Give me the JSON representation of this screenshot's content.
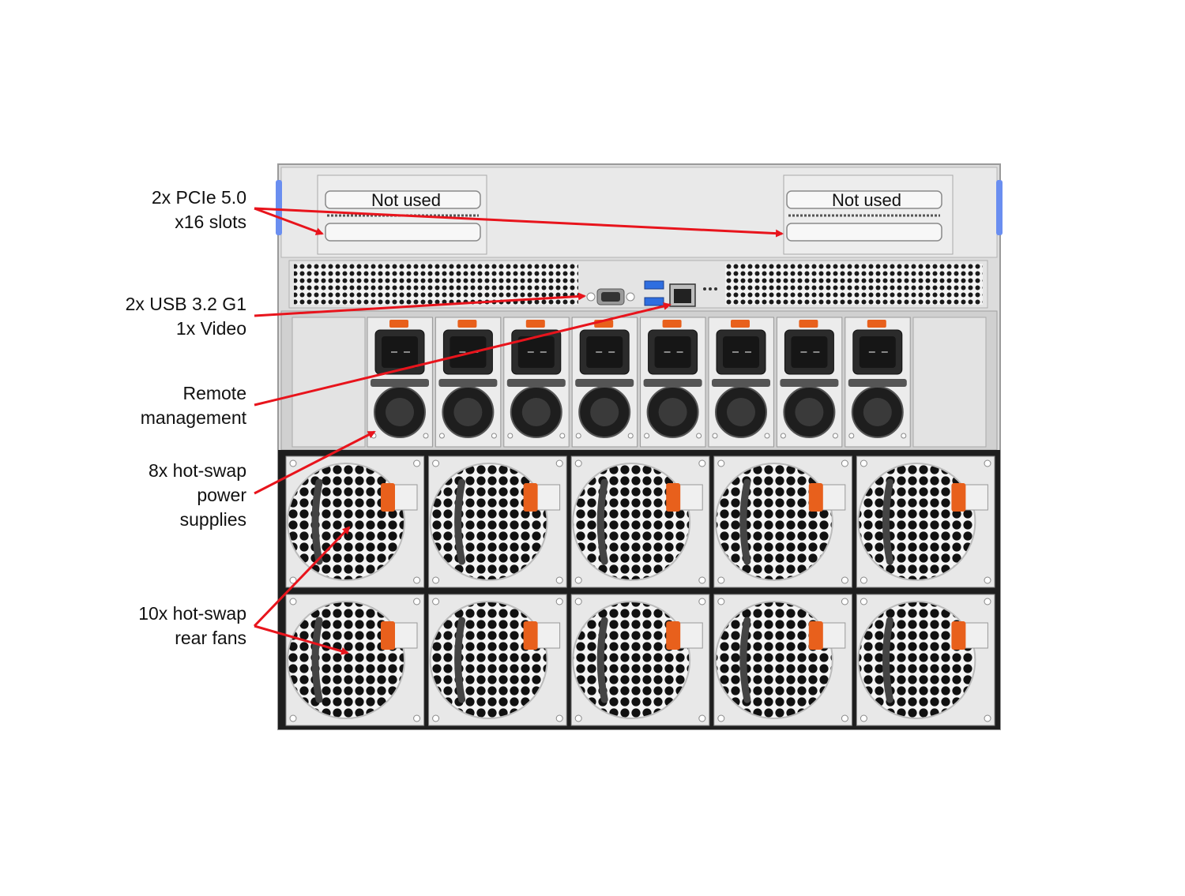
{
  "slots": {
    "left_label": "Not used",
    "right_label": "Not used"
  },
  "callouts": [
    {
      "lines": [
        "2x PCIe 5.0",
        "x16 slots"
      ]
    },
    {
      "lines": [
        "2x USB 3.2 G1",
        "1x Video"
      ]
    },
    {
      "lines": [
        "Remote",
        "management"
      ]
    },
    {
      "lines": [
        "8x hot-swap",
        "power",
        "supplies"
      ]
    },
    {
      "lines": [
        "10x hot-swap",
        "rear fans"
      ]
    }
  ],
  "components": {
    "psu_count": 8,
    "fan_rows": 2,
    "fans_per_row": 5
  },
  "colors": {
    "arrow": "#e8141c",
    "latch": "#e8601c",
    "chassis": "#e6e6e6",
    "usb": "#2f6ee0",
    "bezel_led": "#6a8ef0"
  }
}
